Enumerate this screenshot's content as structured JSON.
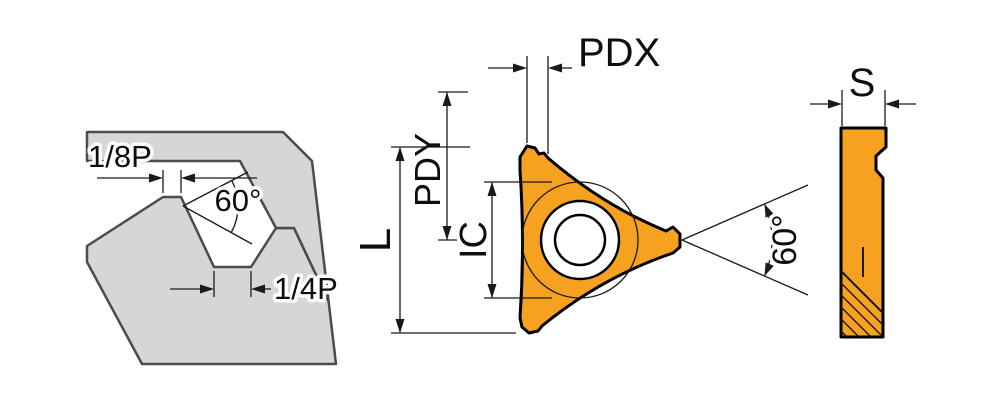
{
  "diagram": {
    "background_color": "#ffffff",
    "thread_profile": {
      "crest_flat_label": "1/8P",
      "thread_angle_label": "60°",
      "root_flat_label": "1/4P",
      "fill_color": "#d5d6d8",
      "outline_color": "#4c4c4f"
    },
    "insert_front": {
      "pdx_label": "PDX",
      "pdy_label": "PDY",
      "ic_label": "IC",
      "length_label": "L",
      "point_angle_label": "60°",
      "fill_color": "#f7a120",
      "outline_color": "#000000"
    },
    "insert_side": {
      "thickness_label": "S",
      "fill_color": "#f7a120",
      "outline_color": "#000000"
    }
  }
}
